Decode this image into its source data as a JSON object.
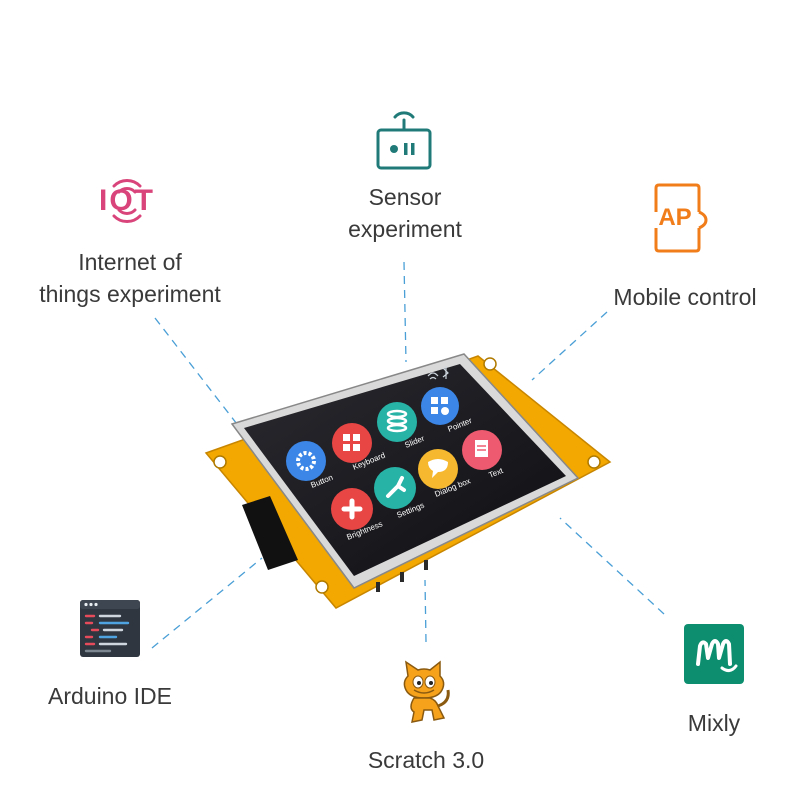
{
  "features": {
    "iot": {
      "icon_text": "IOT",
      "label_lines": [
        "Internet of",
        "things experiment"
      ]
    },
    "sensor": {
      "label_lines": [
        "Sensor",
        "experiment"
      ]
    },
    "mobile": {
      "icon_text": "AP",
      "label": "Mobile control"
    },
    "arduino": {
      "label": "Arduino IDE"
    },
    "scratch": {
      "label": "Scratch 3.0"
    },
    "mixly": {
      "label": "Mixly"
    }
  },
  "device_screen": {
    "apps": [
      "Button",
      "Keyboard",
      "Slider",
      "Pointer",
      "Brightness",
      "Settings",
      "Dialog box",
      "Text"
    ]
  },
  "colors": {
    "iot_pink": "#d9457a",
    "sensor_teal": "#1f7a78",
    "app_orange": "#f07d1a",
    "arduino_dark": "#2f3640",
    "mixly_green": "#0d8f6f",
    "scratch_orange": "#f7a21b",
    "board_yellow": "#f2a800",
    "connector_blue": "#4a9fd6"
  }
}
